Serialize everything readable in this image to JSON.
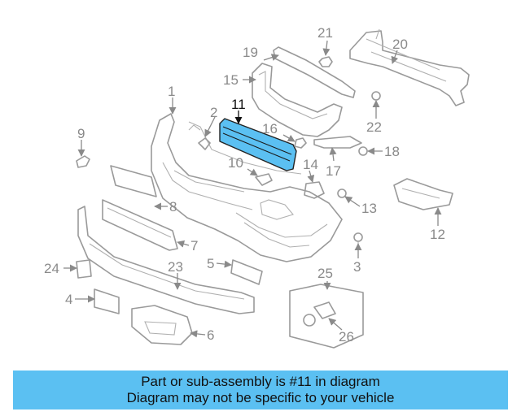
{
  "highlight_color": "#5bc0f2",
  "parts": [
    {
      "num": "2"
    },
    {
      "num": "3"
    },
    {
      "num": "4"
    },
    {
      "num": "5"
    },
    {
      "num": "6"
    },
    {
      "num": "7"
    },
    {
      "num": "8"
    },
    {
      "num": "9"
    },
    {
      "num": "10"
    },
    {
      "num": "11",
      "highlighted": true
    },
    {
      "num": "12"
    },
    {
      "num": "13"
    },
    {
      "num": "14"
    },
    {
      "num": "15"
    },
    {
      "num": "16"
    },
    {
      "num": "17"
    },
    {
      "num": "18"
    },
    {
      "num": "19"
    },
    {
      "num": "20"
    },
    {
      "num": "21"
    },
    {
      "num": "22"
    },
    {
      "num": "23"
    },
    {
      "num": "24"
    },
    {
      "num": "25"
    },
    {
      "num": "26"
    },
    {
      "num": "1"
    }
  ],
  "banner": {
    "line1": "Part or sub-assembly is #11 in diagram",
    "line2": "Diagram may not be specific to your vehicle"
  }
}
